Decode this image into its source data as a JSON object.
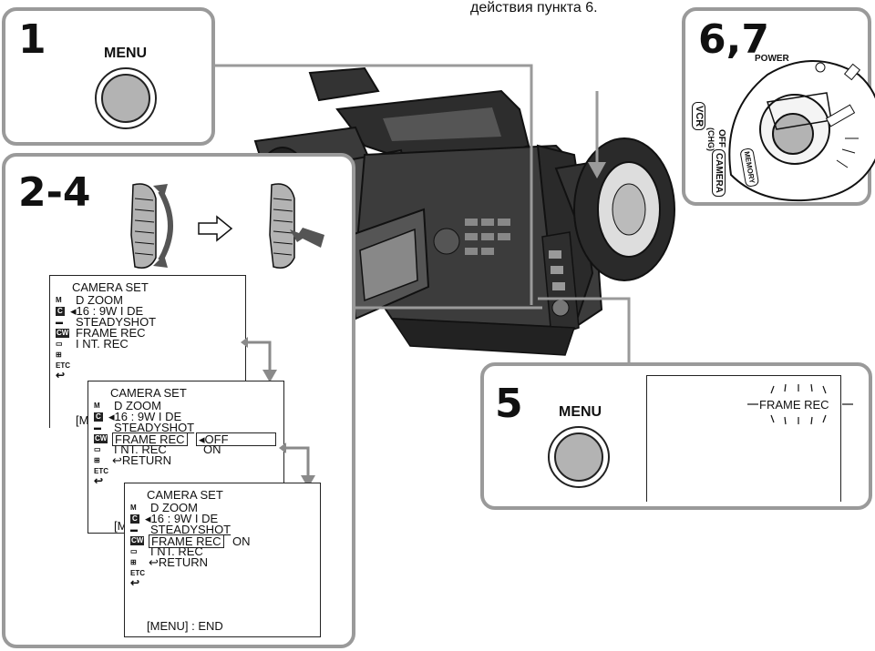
{
  "note_top": "действия пункта 6.",
  "steps": {
    "s1": "1",
    "s24": "2-4",
    "s5": "5",
    "s67": "6,7"
  },
  "menu_button_label": "MENU",
  "power_switch": {
    "power": "POWER",
    "vcr": "VCR",
    "off": "OFF",
    "chg": "(CHG)",
    "camera": "CAMERA",
    "memory": "MEMORY"
  },
  "menu_icons": [
    "M",
    "C",
    "▬",
    "CW",
    "▭",
    "⊞",
    "ETC",
    "↩"
  ],
  "screen1": {
    "title": "CAMERA  SET",
    "items": [
      "D  ZOOM",
      "◂16 : 9W I DE",
      "STEADYSHOT",
      "FRAME  REC",
      "I NT. REC"
    ],
    "footer": "[M"
  },
  "screen2": {
    "title": "CAMERA  SET",
    "items": [
      "D  ZOOM",
      "◂16 : 9W I DE",
      "STEADYSHOT",
      "FRAME  REC",
      "I NT. REC",
      "↩RETURN"
    ],
    "options": [
      "◂OFF",
      "ON"
    ],
    "footer": "[M"
  },
  "screen3": {
    "title": "CAMERA  SET",
    "items": [
      "D  ZOOM",
      "◂16 : 9W I DE",
      "STEADYSHOT",
      "FRAME  REC",
      "I NT. REC",
      "↩RETURN"
    ],
    "value": "ON",
    "footer": "[MENU] : END"
  },
  "screen5": {
    "indicator": "FRAME  REC"
  },
  "colors": {
    "panel_border": "#9a9a9a",
    "button_fill": "#b3b3b3",
    "camera_body": "#3c3c3c",
    "arrow_fill": "#d8d8d8"
  }
}
